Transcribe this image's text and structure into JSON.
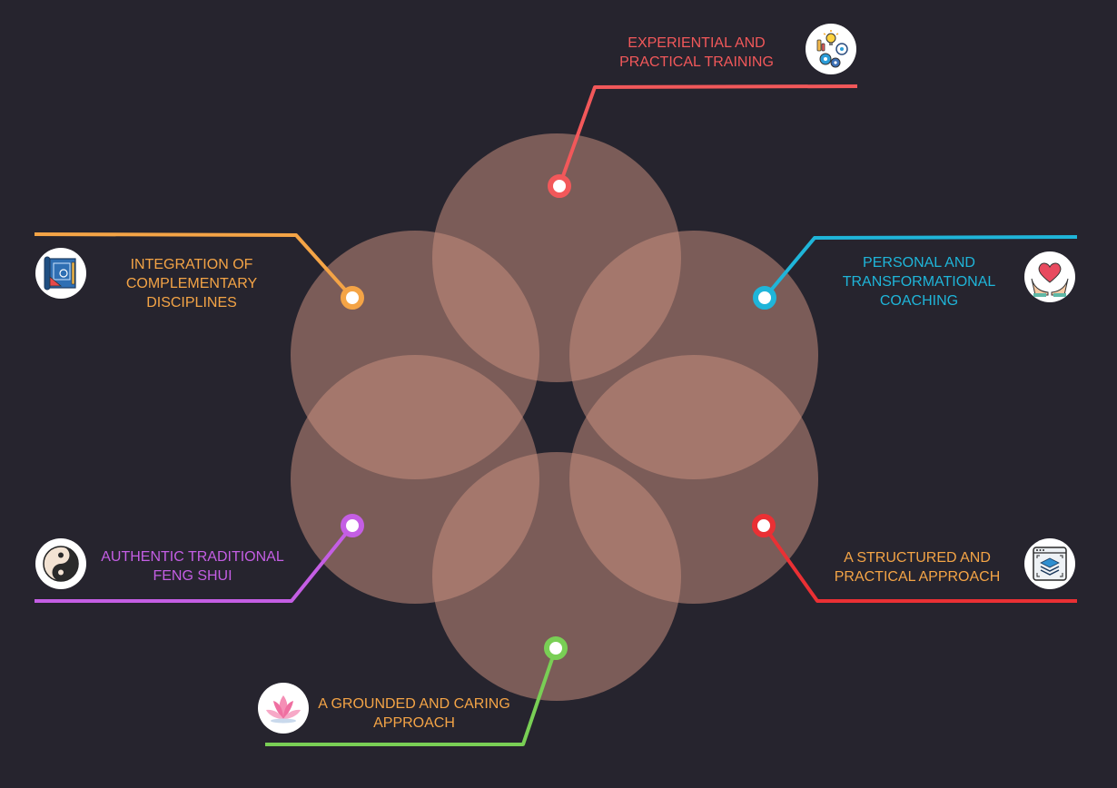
{
  "colors": {
    "background": "#26242e",
    "circle_fill": "#c98f7f",
    "red": "#f2585a",
    "cyan": "#1fb5d9",
    "orange": "#f4a446",
    "purple": "#c45ee4",
    "crimson": "#ea3034",
    "green": "#79cf55"
  },
  "items": {
    "experiential": {
      "line1": "EXPERIENTIAL AND",
      "line2": "PRACTICAL TRAINING",
      "color": "#f2585a",
      "icon": "gears-lightbulb-icon"
    },
    "coaching": {
      "line1": "PERSONAL AND",
      "line2": "TRANSFORMATIONAL",
      "line3": "COACHING",
      "color": "#1fb5d9",
      "icon": "heart-in-hands-icon"
    },
    "integration": {
      "line1": "INTEGRATION OF",
      "line2": "COMPLEMENTARY",
      "line3": "DISCIPLINES",
      "color": "#f4a446",
      "icon": "blueprint-icon"
    },
    "fengshui": {
      "line1": "AUTHENTIC TRADITIONAL",
      "line2": "FENG SHUI",
      "color": "#c45ee4",
      "icon": "yin-yang-icon"
    },
    "structured": {
      "line1": "A STRUCTURED AND",
      "line2": "PRACTICAL APPROACH",
      "color": "#f4a446",
      "icon": "layers-window-icon"
    },
    "grounded": {
      "line1": "A GROUNDED AND CARING",
      "line2": "APPROACH",
      "color": "#f4a446",
      "icon": "lotus-icon"
    }
  }
}
